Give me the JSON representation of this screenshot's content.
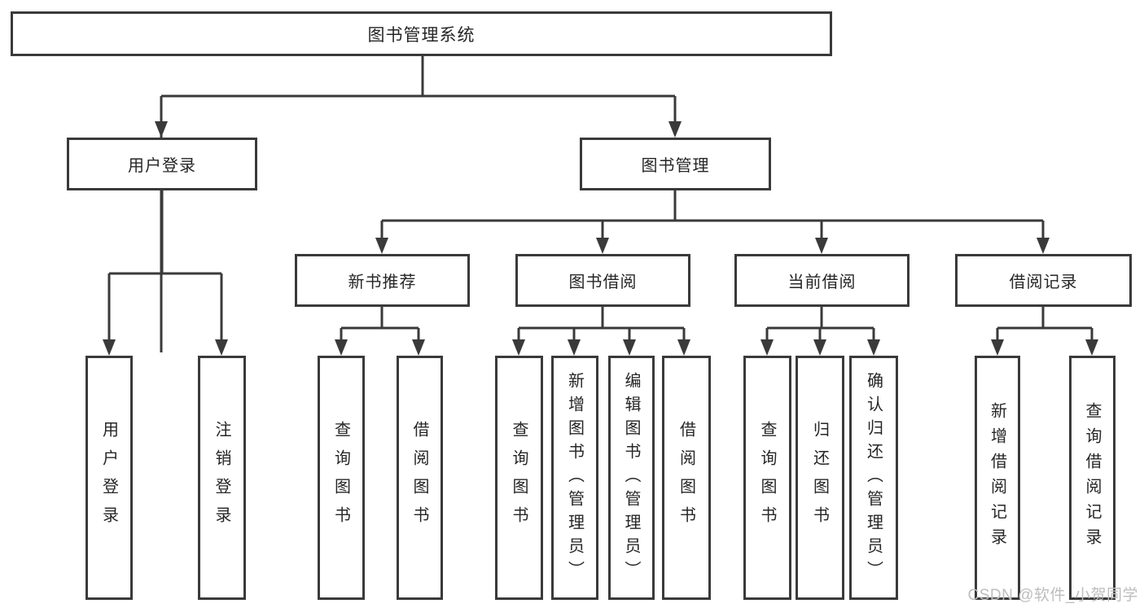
{
  "diagram": {
    "root": {
      "label": "图书管理系统"
    },
    "level2": [
      {
        "id": "user-login",
        "label": "用户登录"
      },
      {
        "id": "book-management",
        "label": "图书管理"
      }
    ],
    "level3": [
      {
        "id": "new-book-recommend",
        "label": "新书推荐"
      },
      {
        "id": "book-borrowing",
        "label": "图书借阅"
      },
      {
        "id": "current-borrowing",
        "label": "当前借阅"
      },
      {
        "id": "borrowing-records",
        "label": "借阅记录"
      }
    ],
    "leaves": [
      {
        "id": "user-login-leaf",
        "label": "用户登录"
      },
      {
        "id": "logout-leaf",
        "label": "注销登录"
      },
      {
        "id": "query-books-recommend",
        "label": "查询图书"
      },
      {
        "id": "borrow-books-recommend",
        "label": "借阅图书"
      },
      {
        "id": "query-books-borrowing",
        "label": "查询图书"
      },
      {
        "id": "add-books-admin",
        "label": "新增图书（管理员）"
      },
      {
        "id": "edit-books-admin",
        "label": "编辑图书（管理员）"
      },
      {
        "id": "borrow-books",
        "label": "借阅图书"
      },
      {
        "id": "query-books-current",
        "label": "查询图书"
      },
      {
        "id": "return-books",
        "label": "归还图书"
      },
      {
        "id": "confirm-return-admin",
        "label": "确认归还（管理员）"
      },
      {
        "id": "add-borrowing-record",
        "label": "新增借阅记录"
      },
      {
        "id": "query-borrowing-record",
        "label": "查询借阅记录"
      }
    ],
    "watermark": "CSDN @软件_小贺同学",
    "colors": {
      "line": "#3a3a3a",
      "border": "#3a3a3a",
      "text": "#262626",
      "watermark": "#bdbdbd",
      "background": "#ffffff"
    }
  }
}
